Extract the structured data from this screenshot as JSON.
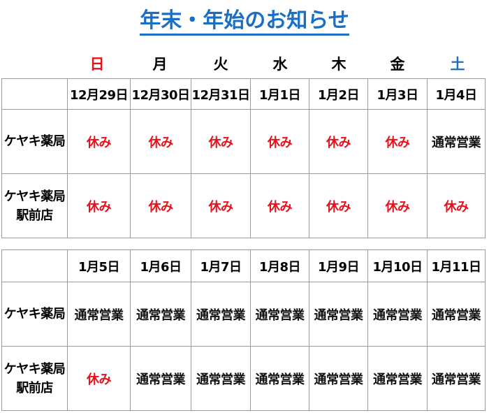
{
  "title": "年末・年始のお知らせ",
  "weekdays": [
    {
      "label": "日",
      "color": "#e8101a"
    },
    {
      "label": "月",
      "color": "#111111"
    },
    {
      "label": "火",
      "color": "#111111"
    },
    {
      "label": "水",
      "color": "#111111"
    },
    {
      "label": "木",
      "color": "#111111"
    },
    {
      "label": "金",
      "color": "#111111"
    },
    {
      "label": "土",
      "color": "#1a6fc4"
    }
  ],
  "colors": {
    "closed": "#e8101a",
    "open": "#111111",
    "title": "#1a6fc4",
    "grid": "#9a9a9a"
  },
  "weeks": [
    {
      "dates": [
        "12月29日",
        "12月30日",
        "12月31日",
        "1月1日",
        "1月2日",
        "1月3日",
        "1月4日"
      ],
      "rows": [
        {
          "store": [
            "ケヤキ薬局"
          ],
          "statuses": [
            "休み",
            "休み",
            "休み",
            "休み",
            "休み",
            "休み",
            "通常営業"
          ]
        },
        {
          "store": [
            "ケヤキ薬局",
            "駅前店"
          ],
          "statuses": [
            "休み",
            "休み",
            "休み",
            "休み",
            "休み",
            "休み",
            "休み"
          ]
        }
      ]
    },
    {
      "dates": [
        "1月5日",
        "1月6日",
        "1月7日",
        "1月8日",
        "1月9日",
        "1月10日",
        "1月11日"
      ],
      "rows": [
        {
          "store": [
            "ケヤキ薬局"
          ],
          "statuses": [
            "通常営業",
            "通常営業",
            "通常営業",
            "通常営業",
            "通常営業",
            "通常営業",
            "通常営業"
          ]
        },
        {
          "store": [
            "ケヤキ薬局",
            "駅前店"
          ],
          "statuses": [
            "休み",
            "通常営業",
            "通常営業",
            "通常営業",
            "通常営業",
            "通常営業",
            "通常営業"
          ]
        }
      ]
    }
  ]
}
